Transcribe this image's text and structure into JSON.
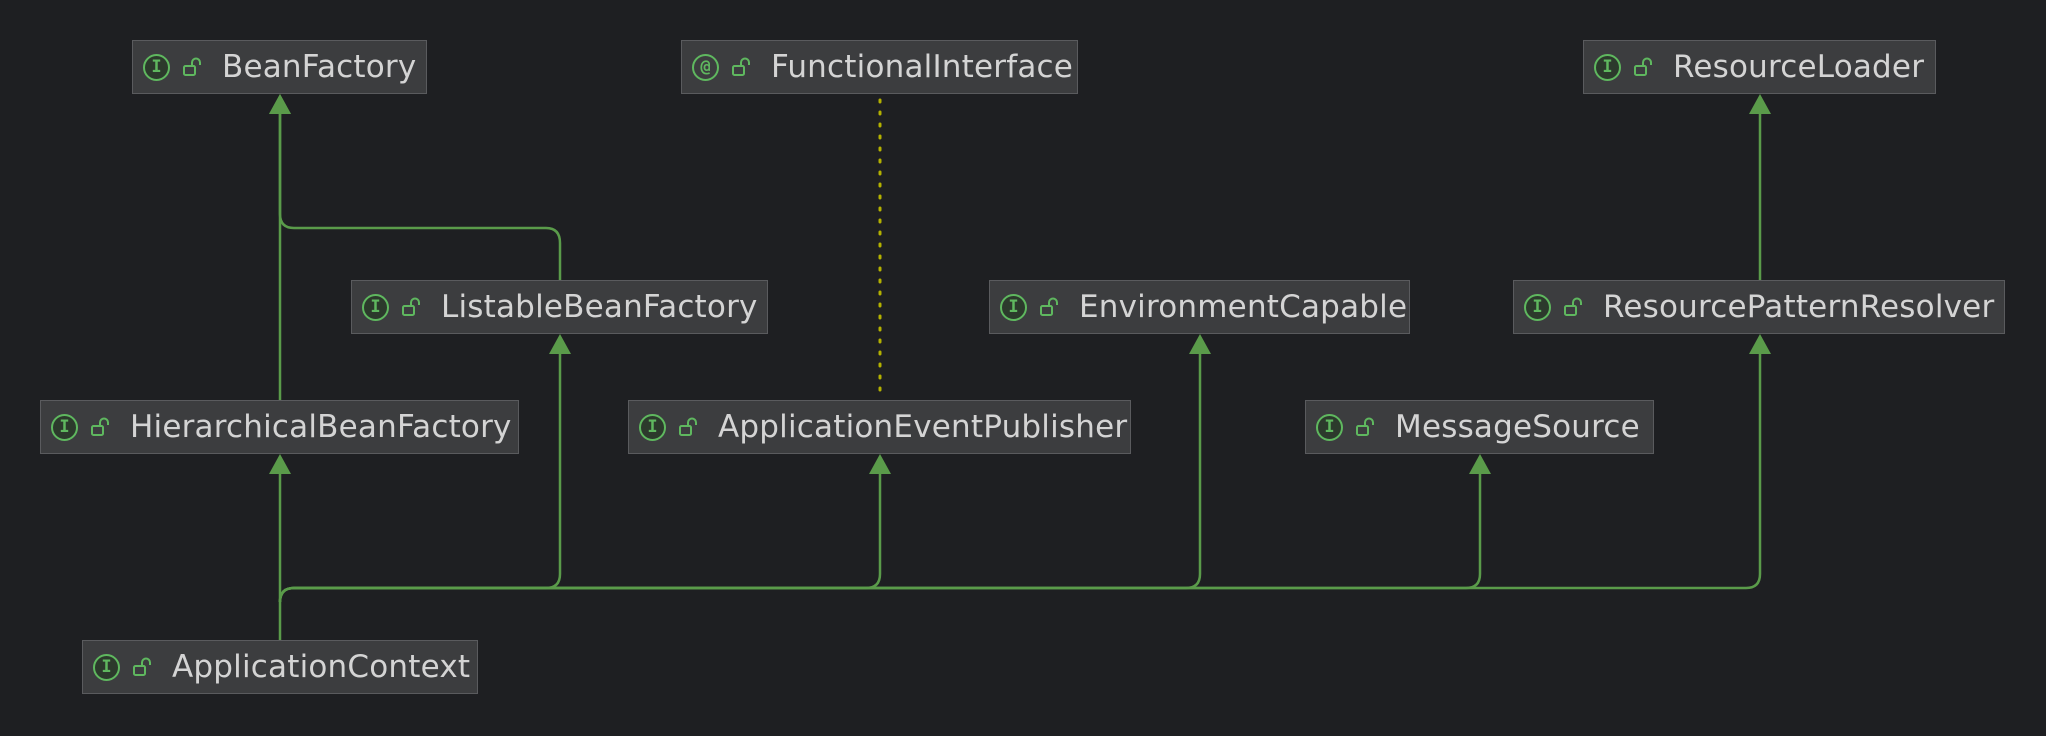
{
  "diagram": {
    "colors": {
      "background": "#1e1f22",
      "node_fill": "#3c3d3f",
      "node_border": "#5a5b5e",
      "edge": "#5a9b4a",
      "dotted_edge": "#b3b000",
      "icon": "#5fb85f",
      "text": "#d4d4d4"
    },
    "nodes": [
      {
        "id": "BeanFactory",
        "label": "BeanFactory",
        "kind": "I",
        "icon": "interface-icon"
      },
      {
        "id": "FunctionalInterface",
        "label": "FunctionalInterface",
        "kind": "@",
        "icon": "annotation-icon"
      },
      {
        "id": "ResourceLoader",
        "label": "ResourceLoader",
        "kind": "I",
        "icon": "interface-icon"
      },
      {
        "id": "ListableBeanFactory",
        "label": "ListableBeanFactory",
        "kind": "I",
        "icon": "interface-icon"
      },
      {
        "id": "EnvironmentCapable",
        "label": "EnvironmentCapable",
        "kind": "I",
        "icon": "interface-icon"
      },
      {
        "id": "ResourcePatternResolver",
        "label": "ResourcePatternResolver",
        "kind": "I",
        "icon": "interface-icon"
      },
      {
        "id": "HierarchicalBeanFactory",
        "label": "HierarchicalBeanFactory",
        "kind": "I",
        "icon": "interface-icon"
      },
      {
        "id": "ApplicationEventPublisher",
        "label": "ApplicationEventPublisher",
        "kind": "I",
        "icon": "interface-icon"
      },
      {
        "id": "MessageSource",
        "label": "MessageSource",
        "kind": "I",
        "icon": "interface-icon"
      },
      {
        "id": "ApplicationContext",
        "label": "ApplicationContext",
        "kind": "I",
        "icon": "interface-icon"
      }
    ],
    "edges": [
      {
        "from": "ListableBeanFactory",
        "to": "BeanFactory",
        "style": "extends"
      },
      {
        "from": "HierarchicalBeanFactory",
        "to": "BeanFactory",
        "style": "extends"
      },
      {
        "from": "ResourcePatternResolver",
        "to": "ResourceLoader",
        "style": "extends"
      },
      {
        "from": "ApplicationEventPublisher",
        "to": "FunctionalInterface",
        "style": "annotated"
      },
      {
        "from": "ApplicationContext",
        "to": "HierarchicalBeanFactory",
        "style": "extends"
      },
      {
        "from": "ApplicationContext",
        "to": "ListableBeanFactory",
        "style": "extends"
      },
      {
        "from": "ApplicationContext",
        "to": "ApplicationEventPublisher",
        "style": "extends"
      },
      {
        "from": "ApplicationContext",
        "to": "EnvironmentCapable",
        "style": "extends"
      },
      {
        "from": "ApplicationContext",
        "to": "MessageSource",
        "style": "extends"
      },
      {
        "from": "ApplicationContext",
        "to": "ResourcePatternResolver",
        "style": "extends"
      }
    ]
  }
}
